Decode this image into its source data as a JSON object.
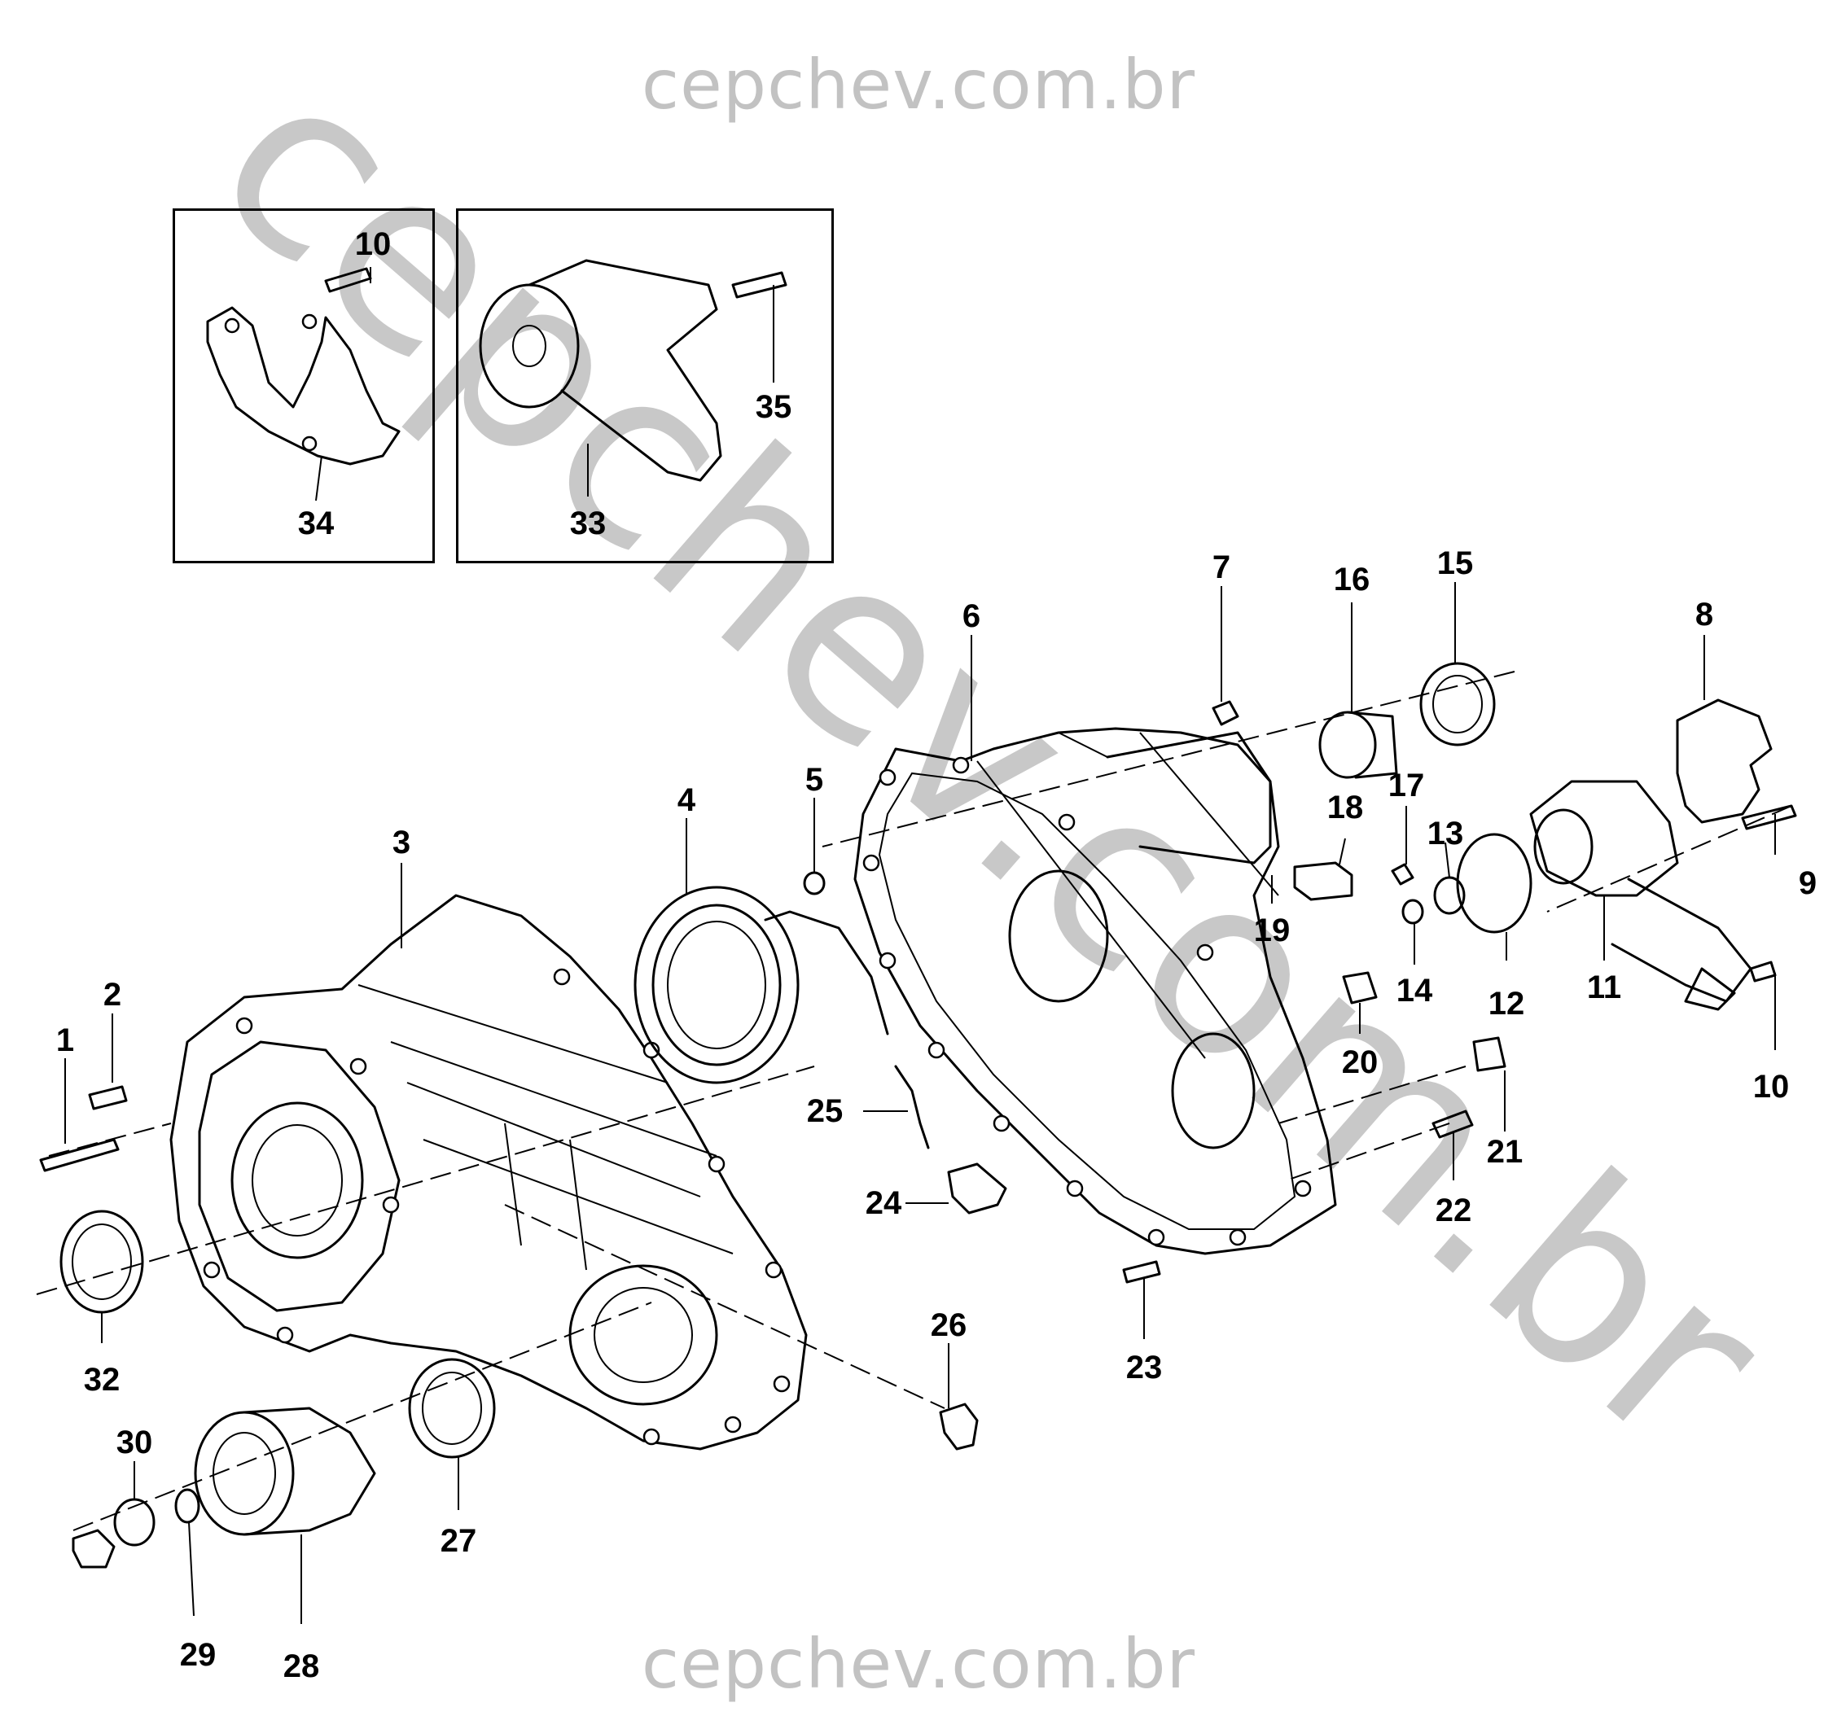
{
  "watermark": {
    "top": "cepchev.com.br",
    "bottom": "cepchev.com.br",
    "diagonal": "cepchev.com.br"
  },
  "callouts": [
    "1",
    "2",
    "3",
    "4",
    "5",
    "6",
    "7",
    "8",
    "9",
    "10",
    "10",
    "11",
    "12",
    "13",
    "14",
    "15",
    "16",
    "17",
    "18",
    "19",
    "20",
    "21",
    "22",
    "23",
    "24",
    "25",
    "26",
    "27",
    "28",
    "29",
    "30",
    "32",
    "33",
    "34",
    "35"
  ]
}
